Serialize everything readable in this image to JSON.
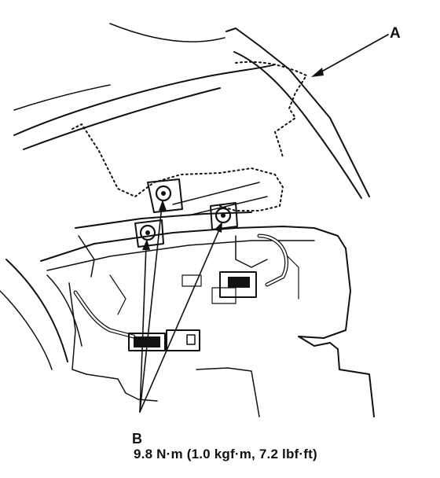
{
  "callouts": {
    "a": "A",
    "b": "B"
  },
  "torque_spec": "9.8 N·m (1.0 kgf·m, 7.2 lbf·ft)",
  "colors": {
    "ink": "#111111",
    "paper": "#ffffff"
  }
}
